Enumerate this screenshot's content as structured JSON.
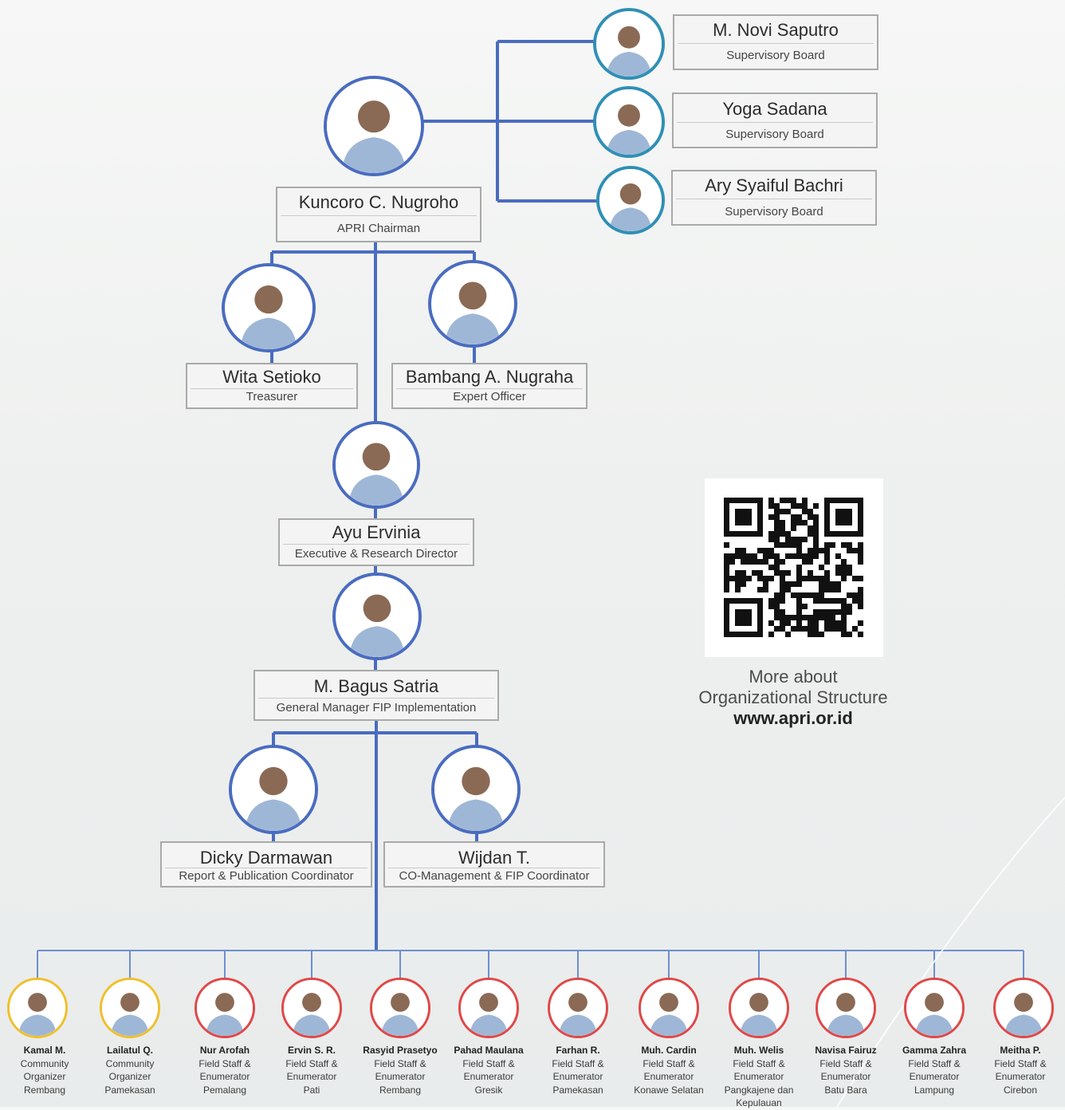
{
  "colors": {
    "connector": "#4a6cc0",
    "avatar_ring": "#4a6cc0",
    "avatar_ring_supervisory": "#2f8fb6",
    "avatar_ring_field": "#e04848",
    "avatar_ring_community": "#f0c02c"
  },
  "supervisory_board": [
    {
      "name": "M. Novi Saputro",
      "role": "Supervisory Board"
    },
    {
      "name": "Yoga Sadana",
      "role": "Supervisory Board"
    },
    {
      "name": "Ary Syaiful Bachri",
      "role": "Supervisory Board"
    }
  ],
  "chairman": {
    "name": "Kuncoro C. Nugroho",
    "role": "APRI Chairman"
  },
  "treasurer": {
    "name": "Wita Setioko",
    "role": "Treasurer"
  },
  "expert": {
    "name": "Bambang A. Nugraha",
    "role": "Expert Officer"
  },
  "director": {
    "name": "Ayu Ervinia",
    "role": "Executive & Research Director"
  },
  "general_manager": {
    "name": "M. Bagus Satria",
    "role": "General Manager FIP Implementation"
  },
  "coordinators": [
    {
      "name": "Dicky Darmawan",
      "role": "Report & Publication Coordinator"
    },
    {
      "name": "Wijdan T.",
      "role": "CO-Management & FIP Coordinator"
    }
  ],
  "field_team": [
    {
      "name": "Kamal M.",
      "role1": "Community",
      "role2": "Organizer",
      "location": "Rembang",
      "ring": "community"
    },
    {
      "name": "Lailatul Q.",
      "role1": "Community",
      "role2": "Organizer",
      "location": "Pamekasan",
      "ring": "community"
    },
    {
      "name": "Nur Arofah",
      "role1": "Field Staff &",
      "role2": "Enumerator",
      "location": "Pemalang",
      "ring": "field"
    },
    {
      "name": "Ervin S. R.",
      "role1": "Field Staff &",
      "role2": "Enumerator",
      "location": "Pati",
      "ring": "field"
    },
    {
      "name": "Rasyid Prasetyo",
      "role1": "Field Staff &",
      "role2": "Enumerator",
      "location": "Rembang",
      "ring": "field"
    },
    {
      "name": "Pahad Maulana",
      "role1": "Field Staff &",
      "role2": "Enumerator",
      "location": "Gresik",
      "ring": "field"
    },
    {
      "name": "Farhan R.",
      "role1": "Field Staff &",
      "role2": "Enumerator",
      "location": "Pamekasan",
      "ring": "field"
    },
    {
      "name": "Muh. Cardin",
      "role1": "Field Staff &",
      "role2": "Enumerator",
      "location": "Konawe Selatan",
      "ring": "field"
    },
    {
      "name": "Muh. Welis",
      "role1": "Field Staff &",
      "role2": "Enumerator",
      "location": "Pangkajene dan Kepulauan",
      "ring": "field"
    },
    {
      "name": "Navisa Fairuz",
      "role1": "Field Staff &",
      "role2": "Enumerator",
      "location": "Batu Bara",
      "ring": "field"
    },
    {
      "name": "Gamma Zahra",
      "role1": "Field Staff &",
      "role2": "Enumerator",
      "location": "Lampung",
      "ring": "field"
    },
    {
      "name": "Meitha P.",
      "role1": "Field Staff &",
      "role2": "Enumerator",
      "location": "Cirebon",
      "ring": "field"
    }
  ],
  "more_info": {
    "line1": "More about",
    "line2": "Organizational Structure",
    "url": "www.apri.or.id"
  }
}
